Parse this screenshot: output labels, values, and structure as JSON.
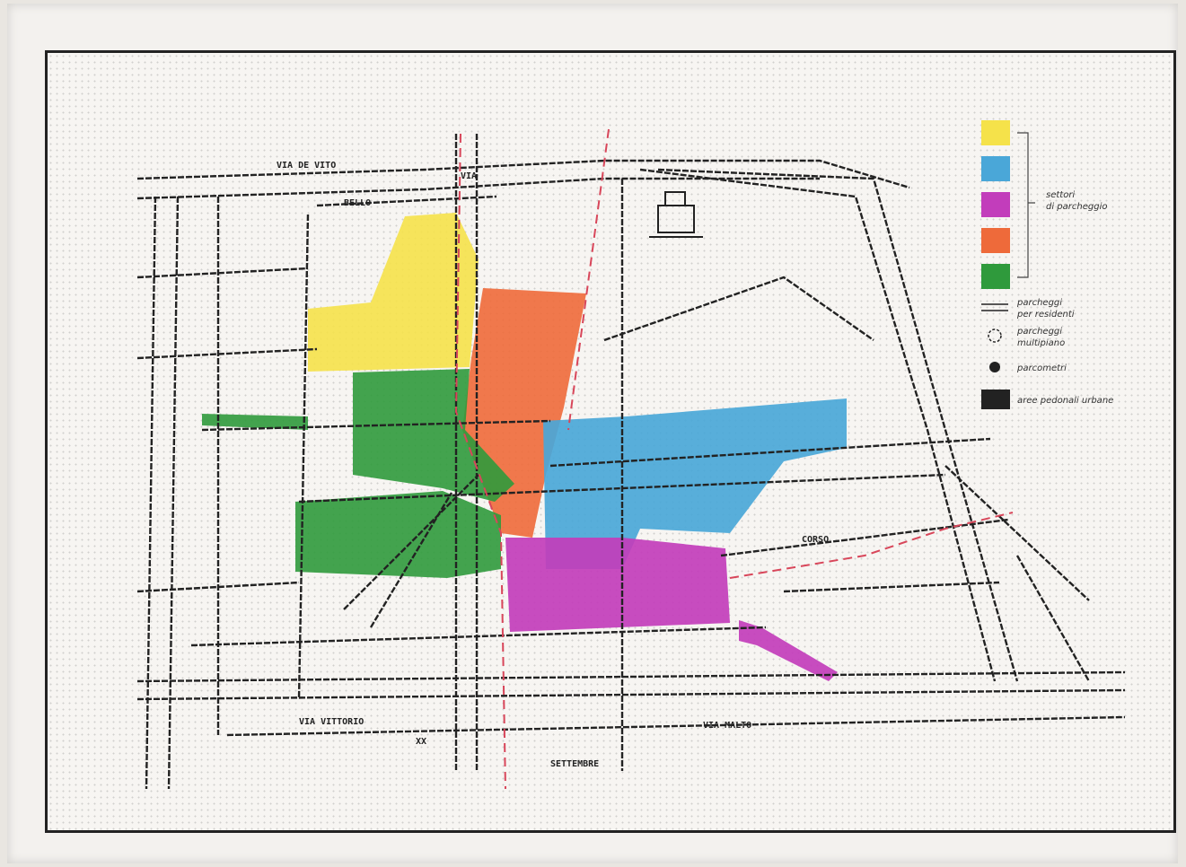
{
  "colors": {
    "yellow": "#f5e24a",
    "blue": "#4aa7d8",
    "magenta": "#c23dbb",
    "orange": "#ee6a3a",
    "green": "#2f9a3c",
    "black": "#222222",
    "red_dash": "#d8465a"
  },
  "streets": {
    "via_de_vito": "VIA DE VITO",
    "via_bello": "BELLO",
    "via_viale": "VIA",
    "settembre": "SETTEMBRE",
    "via_xx": "XX",
    "via_vittorio": "VIA VITTORIO",
    "via_malto": "VIA MALTO",
    "corso": "CORSO"
  },
  "legend": {
    "sector_label_line1": "settori",
    "sector_label_line2": "di parcheggio",
    "parking_label_line1": "parcheggi",
    "parking_label_line2": "per residenti",
    "parking2_label_line1": "parcheggi",
    "parking2_label_line2": "multipiano",
    "transit_label": "parcometri",
    "pedestrian_label": "aree pedonali urbane"
  }
}
